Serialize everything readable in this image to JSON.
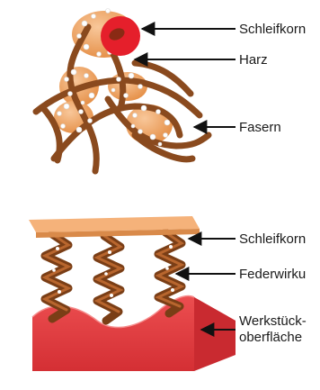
{
  "top_panel": {
    "labels": {
      "grain": "Schleifkorn",
      "resin": "Harz",
      "fibers": "Fasern"
    }
  },
  "bottom_panel": {
    "labels": {
      "grain": "Schleifkorn",
      "spring_effect": "Federwirku",
      "surface_line1": "Werkstück-",
      "surface_line2": "oberfläche"
    }
  },
  "colors": {
    "grain_orange": "#F2A868",
    "plate_orange": "#F5B27A",
    "fiber_brown": "#8A4A1E",
    "resin_red": "#E51F2B",
    "surface_red": "#E8454A",
    "arrow": "#111111"
  }
}
